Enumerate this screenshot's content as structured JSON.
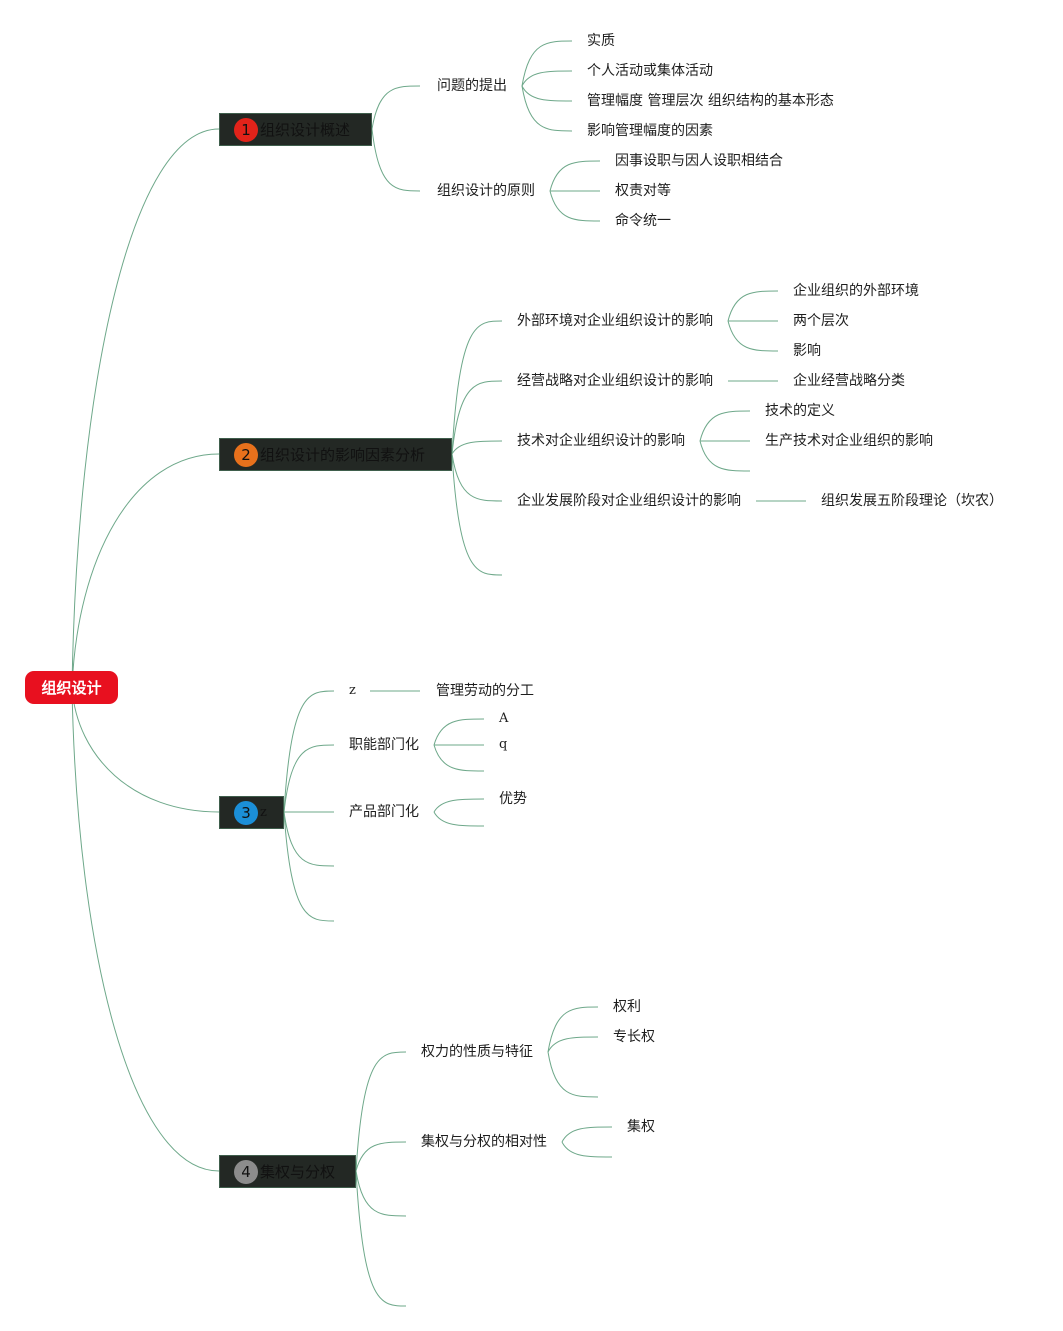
{
  "root": {
    "label": "组织设计",
    "color": "#e8101f"
  },
  "line_color": "#6ea88a",
  "topics": [
    {
      "num": "1",
      "label": "组织设计概述",
      "badge_color": "#e2231a",
      "children": [
        {
          "label": "问题的提出",
          "children": [
            {
              "label": "实质"
            },
            {
              "label": "个人活动或集体活动"
            },
            {
              "label": "管理幅度 管理层次 组织结构的基本形态"
            },
            {
              "label": "影响管理幅度的因素"
            }
          ]
        },
        {
          "label": "组织设计的原则",
          "children": [
            {
              "label": "因事设职与因人设职相结合"
            },
            {
              "label": "权责对等"
            },
            {
              "label": "命令统一"
            }
          ]
        }
      ]
    },
    {
      "num": "2",
      "label": "组织设计的影响因素分析",
      "badge_color": "#e8711c",
      "children": [
        {
          "label": "外部环境对企业组织设计的影响",
          "children": [
            {
              "label": "企业组织的外部环境"
            },
            {
              "label": "两个层次"
            },
            {
              "label": "影响"
            }
          ]
        },
        {
          "label": "经营战略对企业组织设计的影响",
          "children": [
            {
              "label": "企业经营战略分类"
            }
          ]
        },
        {
          "label": "技术对企业组织设计的影响",
          "children": [
            {
              "label": "技术的定义"
            },
            {
              "label": "生产技术对企业组织的影响"
            },
            {
              "label": ""
            }
          ]
        },
        {
          "label": "企业发展阶段对企业组织设计的影响",
          "children": [
            {
              "label": "组织发展五阶段理论（坎农）"
            }
          ]
        },
        {
          "label": ""
        }
      ]
    },
    {
      "num": "3",
      "label": "z",
      "badge_color": "#1b8fd8",
      "children": [
        {
          "label": "z",
          "children": [
            {
              "label": "管理劳动的分工"
            }
          ]
        },
        {
          "label": "职能部门化",
          "children": [
            {
              "label": "A"
            },
            {
              "label": "q"
            },
            {
              "label": ""
            }
          ]
        },
        {
          "label": "产品部门化",
          "children": [
            {
              "label": "优势"
            },
            {
              "label": ""
            }
          ]
        },
        {
          "label": ""
        },
        {
          "label": ""
        }
      ]
    },
    {
      "num": "4",
      "label": "集权与分权",
      "badge_color": "#8c8c8c",
      "children": [
        {
          "label": "权力的性质与特征",
          "children": [
            {
              "label": "权利"
            },
            {
              "label": "专长权"
            },
            {
              "label": ""
            }
          ]
        },
        {
          "label": "集权与分权的相对性",
          "children": [
            {
              "label": "集权"
            },
            {
              "label": ""
            }
          ]
        },
        {
          "label": ""
        },
        {
          "label": ""
        }
      ]
    }
  ]
}
